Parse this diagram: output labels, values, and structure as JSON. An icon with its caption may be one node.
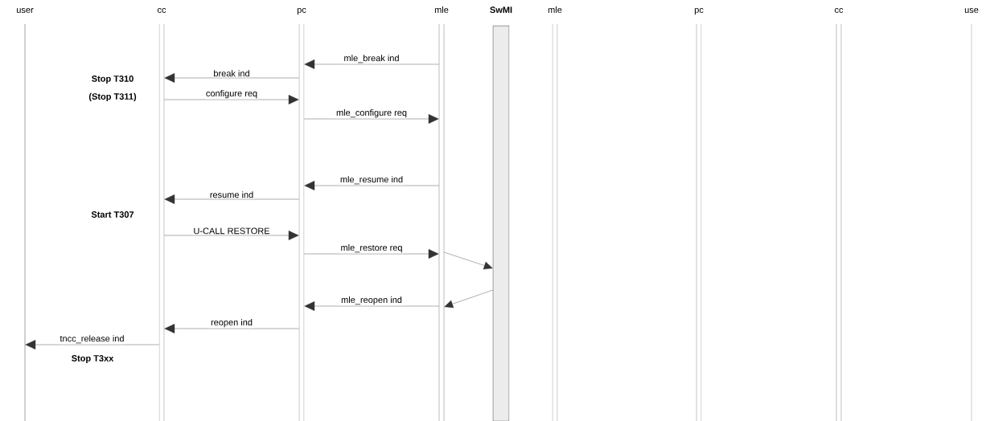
{
  "diagram": {
    "nodes": [
      {
        "text": [
          "user"
        ]
      },
      {
        "text": [
          "cc"
        ]
      },
      {
        "text": [
          "pc"
        ]
      },
      {
        "text": [
          "mle"
        ]
      },
      {
        "text": [
          "SwMI"
        ]
      },
      {
        "text": [
          "mle"
        ]
      },
      {
        "text": [
          "pc"
        ]
      },
      {
        "text": [
          "cc"
        ]
      },
      {
        "text": [
          "use"
        ]
      }
    ],
    "edges": [
      {
        "from": 3,
        "to": 2,
        "arrow": "to",
        "label": "mle_break ind"
      },
      {
        "from": 2,
        "to": 1,
        "arrow": "to",
        "label": "break ind"
      },
      {
        "from": 1,
        "to": 2,
        "arrow": "to",
        "label": "configure req"
      },
      {
        "from": 2,
        "to": 3,
        "arrow": "to",
        "label": "mle_configure req"
      },
      {
        "from": 3,
        "to": 2,
        "arrow": "to",
        "label": "mle_resume ind"
      },
      {
        "from": 2,
        "to": 1,
        "arrow": "to",
        "label": "resume ind"
      },
      {
        "from": 1,
        "to": 2,
        "arrow": "to",
        "label": "U-CALL RESTORE"
      },
      {
        "from": 2,
        "to": 3,
        "arrow": "to",
        "label": "mle_restore req"
      },
      {
        "from": 3,
        "to": 4,
        "arrow": "to"
      },
      {
        "from": 4,
        "to": 3,
        "arrow": "to"
      },
      {
        "from": 3,
        "to": 2,
        "arrow": "to",
        "label": "mle_reopen ind"
      },
      {
        "from": 2,
        "to": 1,
        "arrow": "to",
        "label": "reopen ind"
      },
      {
        "from": 1,
        "to": 0,
        "arrow": "to",
        "label": "tncc_release ind"
      }
    ],
    "labels": [
      "Stop T310",
      "(Stop T311)",
      "Start T307",
      "Stop T3xx"
    ]
  }
}
